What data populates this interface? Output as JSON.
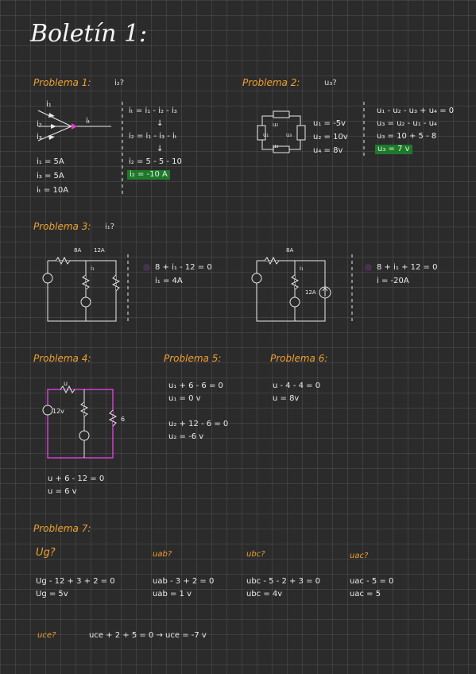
{
  "title": "Boletín 1:",
  "p1": {
    "heading": "Problema 1:",
    "question": "i₂?",
    "currents": [
      "i₁ = 5A",
      "i₃ = 5A",
      "iₜ = 10A"
    ],
    "eq": [
      "iₜ = i₁ - i₂ - i₃",
      "↓",
      "i₂ = i₁ - i₃ - iₜ",
      "↓",
      "i₂ = 5 - 5 - 10"
    ],
    "result": "i₂ = -10 A",
    "diagram_labels": [
      "i₁",
      "i₂",
      "i₃",
      "iₜ"
    ]
  },
  "p2": {
    "heading": "Problema 2:",
    "question": "u₃?",
    "values": [
      "u₁ = -5v",
      "u₂ = 10v",
      "u₄ = 8v"
    ],
    "eq": [
      "u₁ - u₂ - u₃ + u₄ = 0",
      "u₃ = u₂ - u₁ - u₄",
      "u₃ = 10 + 5 - 8"
    ],
    "result": "u₃ = 7 v",
    "diagram_labels": [
      "u₂",
      "u₁",
      "u₃",
      "u₄"
    ]
  },
  "p3": {
    "heading": "Problema 3:",
    "question": "i₁?",
    "left": {
      "eq1": "8 + i₁ - 12 = 0",
      "eq2": "i₁ = 4A",
      "labels": [
        "8A",
        "12A",
        "i₁"
      ]
    },
    "right": {
      "eq1": "8 + i₁ + 12 = 0",
      "eq2": "i = -20A",
      "labels": [
        "8A",
        "i₁",
        "12A"
      ]
    }
  },
  "p4": {
    "heading": "Problema 4:",
    "labels": [
      "u",
      "12v",
      "6"
    ],
    "eq1": "u + 6 - 12 = 0",
    "eq2": "u = 6 v"
  },
  "p5": {
    "heading": "Problema 5:",
    "eq": [
      "u₁ + 6 - 6 = 0",
      "u₁ = 0 v",
      "u₂ + 12 - 6 = 0",
      "u₂ = -6 v"
    ]
  },
  "p6": {
    "heading": "Problema 6:",
    "eq": [
      "u - 4 - 4 = 0",
      "u = 8v"
    ]
  },
  "p7": {
    "heading": "Problema 7:",
    "cols": [
      {
        "q": "Ug?",
        "e1": "Ug - 12 + 3 + 2 = 0",
        "e2": "Ug = 5v"
      },
      {
        "q": "uab?",
        "e1": "uab - 3 + 2 = 0",
        "e2": "uab = 1 v"
      },
      {
        "q": "ubc?",
        "e1": "ubc - 5 - 2 + 3 = 0",
        "e2": "ubc = 4v"
      },
      {
        "q": "uac?",
        "e1": "uac - 5 = 0",
        "e2": "uac = 5"
      }
    ],
    "uce_q": "uce?",
    "uce_eq": "uce + 2 + 5 = 0 → uce = -7 v"
  },
  "colors": {
    "accent": "#f0a030",
    "highlight": "#1e7a2a",
    "wire": "#e8e8e8",
    "loop": "#d040d0",
    "arrow": "#e040c0"
  }
}
